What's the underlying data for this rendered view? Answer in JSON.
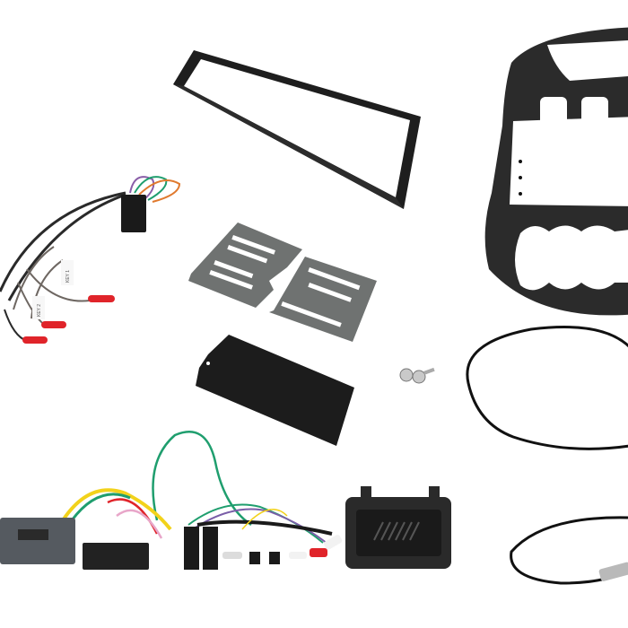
{
  "scene": {
    "description": "Car stereo double-DIN fitting kit product photo on white background",
    "background": "#ffffff"
  },
  "parts": {
    "dash_fascia": {
      "label": "Dash fascia panel",
      "color": "#2b2b2b"
    },
    "double_din_cage_frame": {
      "label": "Double DIN surround frame",
      "color": "#1e1e1e"
    },
    "mounting_brackets": {
      "label": "Metal mounting brackets",
      "color": "#6f7271",
      "count": 2
    },
    "blank_cover_plate": {
      "label": "Blank cover plate",
      "color": "#1c1c1c"
    },
    "screws": {
      "label": "Screws",
      "count": 2,
      "color": "#c9c9c9"
    },
    "key_wires_harness": {
      "label": "Steering control key harness",
      "tags": [
        "KEY 1",
        "KEY 2"
      ],
      "connector_color": "#1a1a1a",
      "terminal_color": "#e0242a",
      "wire_colors": [
        "#2a2a2a",
        "#6e6762",
        "#8a5ea8",
        "#1f9e6e",
        "#e07a2e"
      ]
    },
    "steering_interface_harness": {
      "label": "Steering wheel control interface with ISO harness",
      "module_color": "#555a60",
      "wire_colors": [
        "#f2d21b",
        "#1f9e6e",
        "#e8a6c9",
        "#e0242a",
        "#3a5bd0",
        "#7a5ea8",
        "#1a1a1a"
      ]
    },
    "usb_aux_pocket": {
      "label": "Pocket / speaker grille box",
      "color": "#2a2a2a"
    },
    "rca_leads": {
      "colors": [
        "#e0242a",
        "#f2f2f2"
      ]
    },
    "gasket_ring": {
      "label": "Rubber ring gasket",
      "color": "#111111"
    },
    "antenna_adapter": {
      "label": "Antenna adapter lead",
      "cable_color": "#111111",
      "plug_color": "#b9b9b9"
    }
  }
}
